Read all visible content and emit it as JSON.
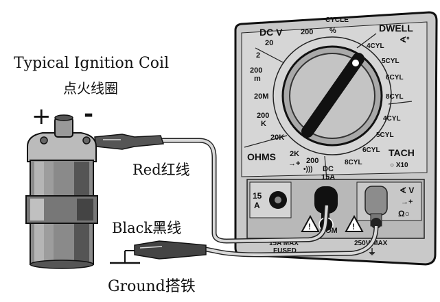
{
  "labels": {
    "title_en": "Typical Ignition Coil",
    "title_zh": "点火线圈",
    "plus": "+",
    "minus": "-",
    "red_lead": "Red红线",
    "black_lead": "Black黑线",
    "ground": "Ground搭铁"
  },
  "meter": {
    "dcv": "DC V",
    "v2000": "200",
    "v20": "20",
    "v2": "2",
    "v200m_num": "200",
    "v200m_unit": "m",
    "cycle": "CYCLE",
    "cycle_pct": "%",
    "dwell": "DWELL",
    "dwell_deg": "∢°",
    "dwell_4cyl": "4CYL",
    "dwell_5cyl": "5CYL",
    "dwell_6cyl": "6CYL",
    "dwell_8cyl": "8CYL",
    "ohm_20m": "20M",
    "ohm_200k_num": "200",
    "ohm_200k_unit": "K",
    "ohm_20k": "20K",
    "ohms": "OHMS",
    "ohm_2k": "2K",
    "ohm_2k_sym": "→+",
    "ohm_200": "200",
    "ohm_200_sym": "•)))",
    "dc15a_1": "DC",
    "dc15a_2": "15A",
    "tach": "TACH",
    "tach_x10": "○ X10",
    "tach_4cyl": "4CYL",
    "tach_5cyl": "5CYL",
    "tach_6cyl": "6CYL",
    "tach_8cyl": "8CYL",
    "jack_15a": "15",
    "jack_a": "A",
    "jack_v_sym": "∢ V",
    "jack_diode": "→+",
    "jack_ohm": "Ω○",
    "com": "COM",
    "max15a": "15A MAX",
    "fused": "FUSED",
    "max250v": "250V MAX",
    "warn": "!",
    "gnd_sym": "⏚"
  }
}
